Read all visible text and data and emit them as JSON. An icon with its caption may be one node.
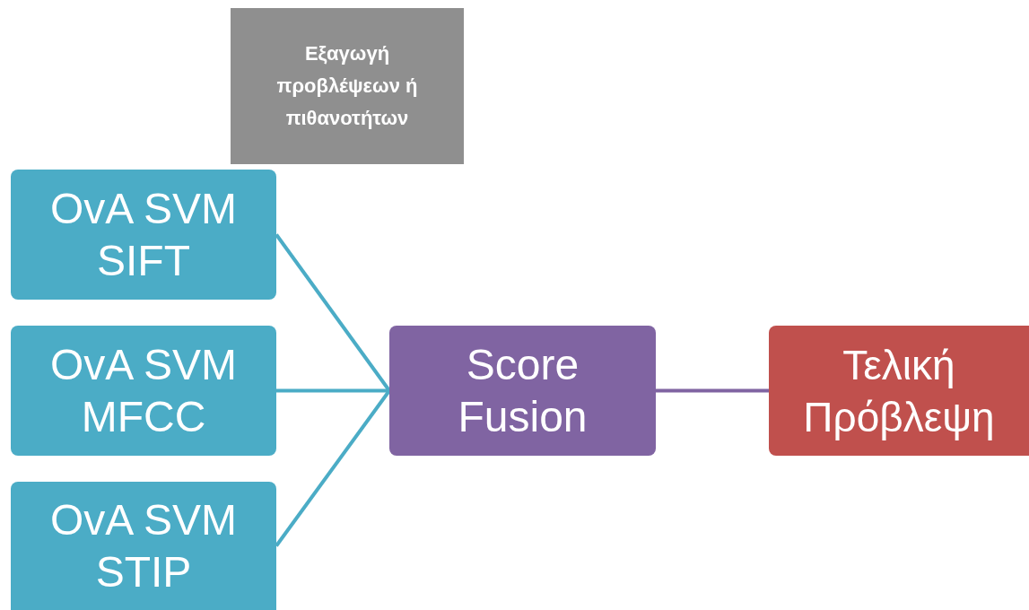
{
  "diagram": {
    "nodes": [
      {
        "text": [
          "Εξαγωγή προβλέψεων ή πιθανοτήτων"
        ]
      },
      {
        "text": [
          "OvA SVM SIFT"
        ]
      },
      {
        "text": [
          "OvA SVM MFCC"
        ]
      },
      {
        "text": [
          "OvA SVM STIP"
        ]
      },
      {
        "text": [
          "Score Fusion"
        ]
      },
      {
        "text": [
          "Τελική Πρόβλεψη"
        ]
      }
    ],
    "edges": [
      {
        "from": 1,
        "to": 4,
        "arrow": "none"
      },
      {
        "from": 2,
        "to": 4,
        "arrow": "none"
      },
      {
        "from": 3,
        "to": 4,
        "arrow": "none"
      },
      {
        "from": 4,
        "to": 5,
        "arrow": "none",
        "color": "#8064a2"
      }
    ]
  }
}
